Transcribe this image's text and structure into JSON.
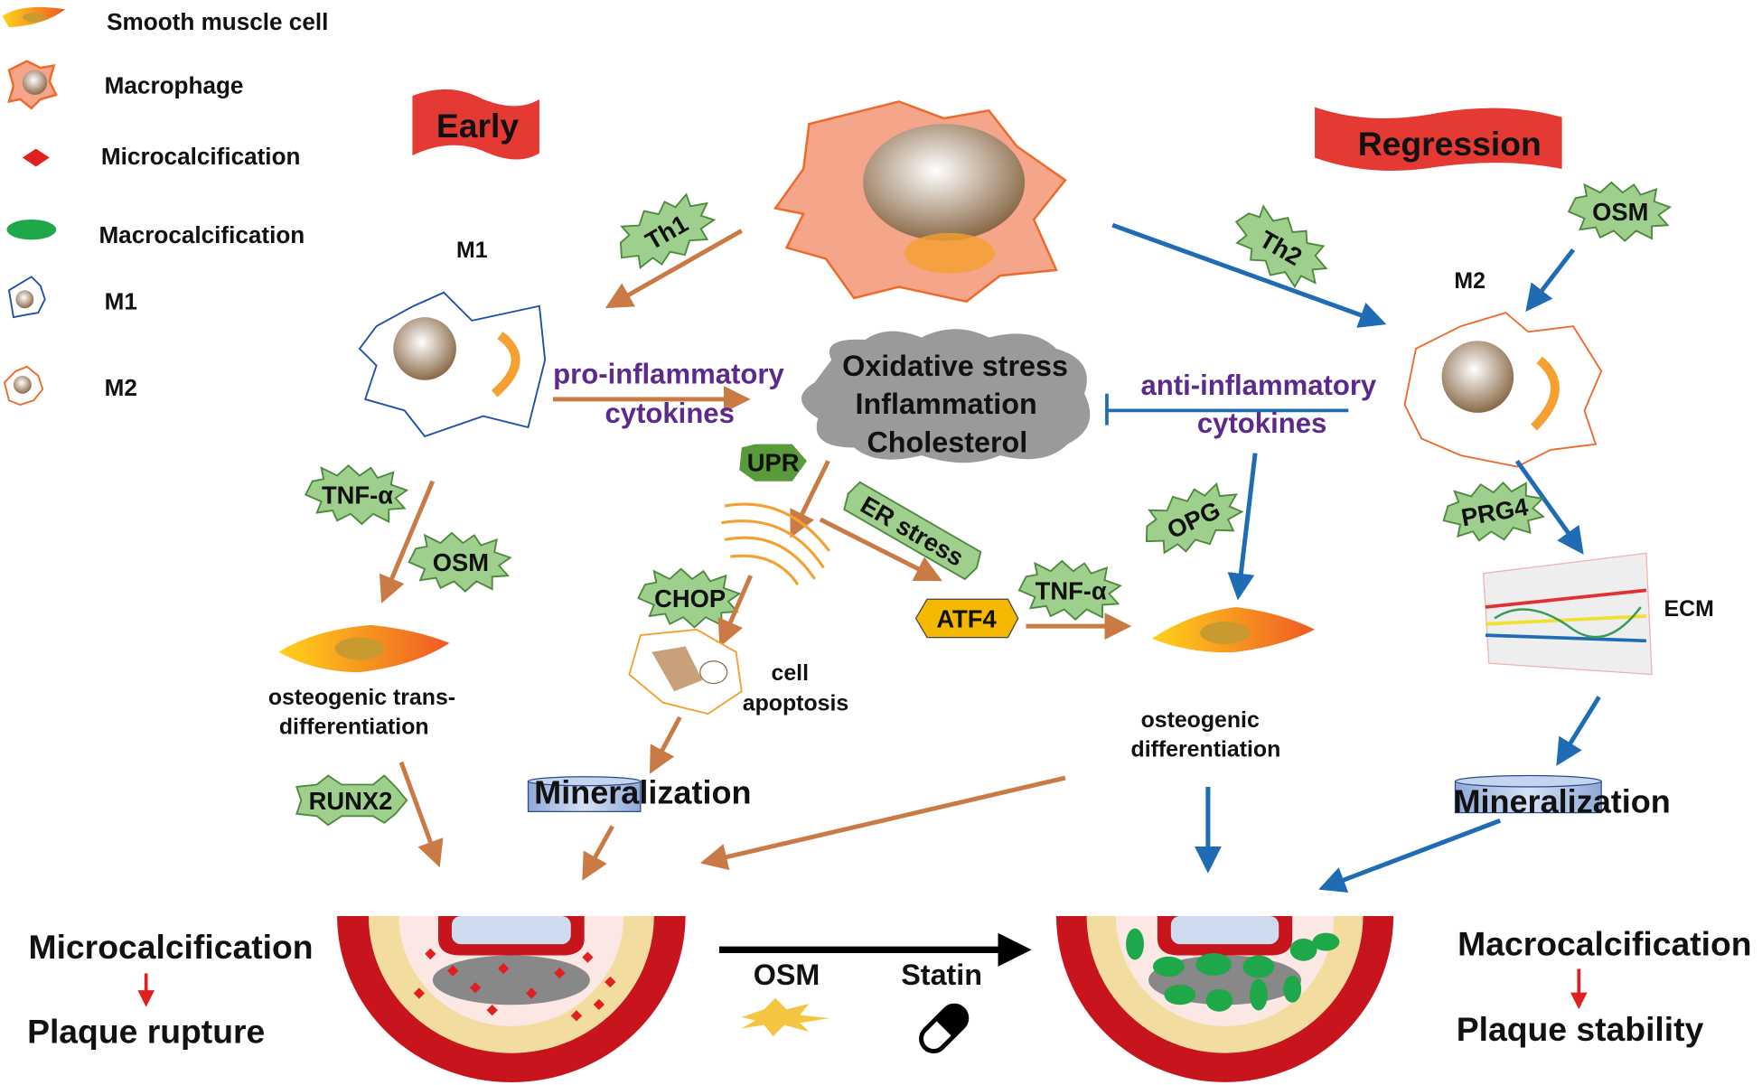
{
  "legend": {
    "smooth_muscle_cell": "Smooth muscle cell",
    "macrophage": "Macrophage",
    "microcalcification": "Microcalcification",
    "macrocalcification": "Macrocalcification",
    "m1": "M1",
    "m2": "M2"
  },
  "stages": {
    "early": "Early",
    "regression": "Regression"
  },
  "cells": {
    "m1_label": "M1",
    "m2_label": "M2",
    "ecm_label": "ECM"
  },
  "cytokines": {
    "pro_line1": "pro-inflammatory",
    "pro_line2": "cytokines",
    "anti_line1": "anti-inflammatory",
    "anti_line2": "cytokines"
  },
  "cloud": {
    "line1": "Oxidative stress",
    "line2": "Inflammation",
    "line3": "Cholesterol"
  },
  "badges": {
    "th1": "Th1",
    "th2": "Th2",
    "osm_top": "OSM",
    "upr": "UPR",
    "er_stress": "ER stress",
    "chop": "CHOP",
    "atf4": "ATF4",
    "tnf_mid": "TNF-α",
    "opg": "OPG",
    "prg4": "PRG4",
    "tnf_left": "TNF-α",
    "osm_left": "OSM",
    "runx2": "RUNX2"
  },
  "processes": {
    "cell_apoptosis_1": "cell",
    "cell_apoptosis_2": "apoptosis",
    "osteo_trans_1": "osteogenic trans-",
    "osteo_trans_2": "differentiation",
    "osteo_diff_1": "osteogenic",
    "osteo_diff_2": "differentiation",
    "mineralization_left": "Mineralization",
    "mineralization_right": "Mineralization"
  },
  "treatments": {
    "osm": "OSM",
    "statin": "Statin"
  },
  "outcomes": {
    "left_top": "Microcalcification",
    "left_bottom": "Plaque rupture",
    "right_top": "Macrocalcification",
    "right_bottom": "Plaque stability"
  },
  "colors": {
    "orange_arrow": "#c97a45",
    "blue_arrow": "#1f6cb5",
    "flag_red": "#e53a33",
    "purple_text": "#5b2a8c",
    "badge_green": "#9fcf8c"
  }
}
